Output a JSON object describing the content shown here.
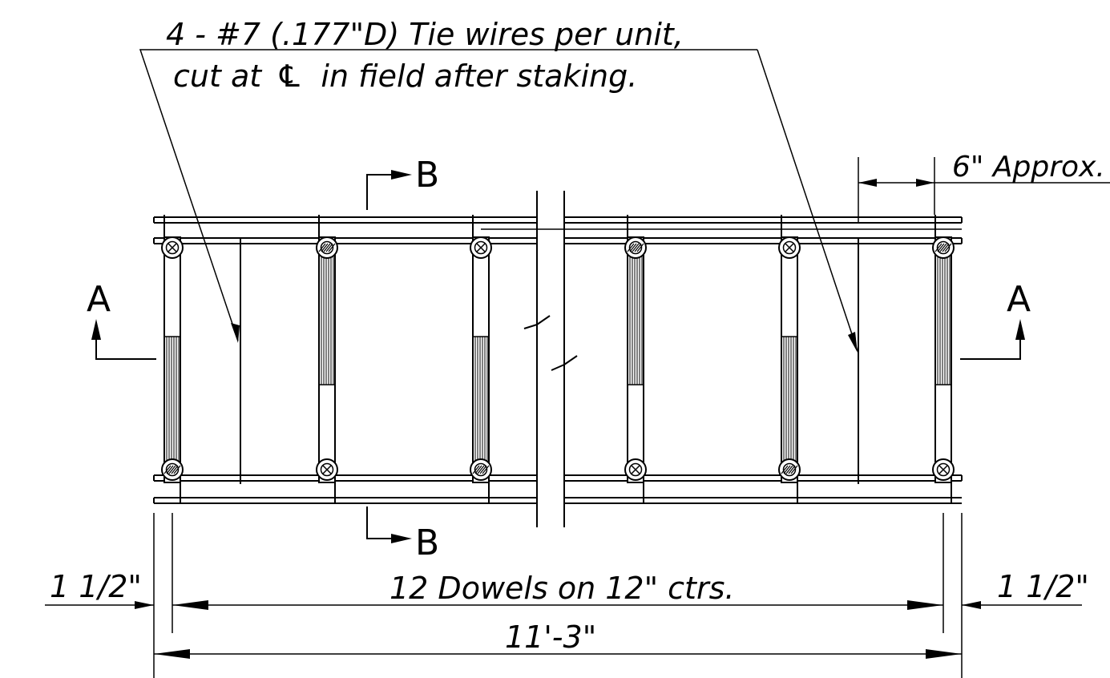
{
  "colors": {
    "ink": "#000000",
    "paper": "#ffffff"
  },
  "notes": {
    "tie_wire_line1": "4 - #7 (.177\"D) Tie wires per unit,",
    "tie_wire_line2": "cut at",
    "centerline_symbol": "℄",
    "tie_wire_line2_end": "in field after staking."
  },
  "sections": {
    "a_left": "A",
    "a_right": "A",
    "b_top": "B",
    "b_bottom": "B"
  },
  "dimensions": {
    "approx_spacing": "6\" Approx.",
    "edge_left": "1 1/2\"",
    "edge_right": "1 1/2\"",
    "dowels": "12 Dowels on 12\" ctrs.",
    "overall": "11'-3\""
  }
}
